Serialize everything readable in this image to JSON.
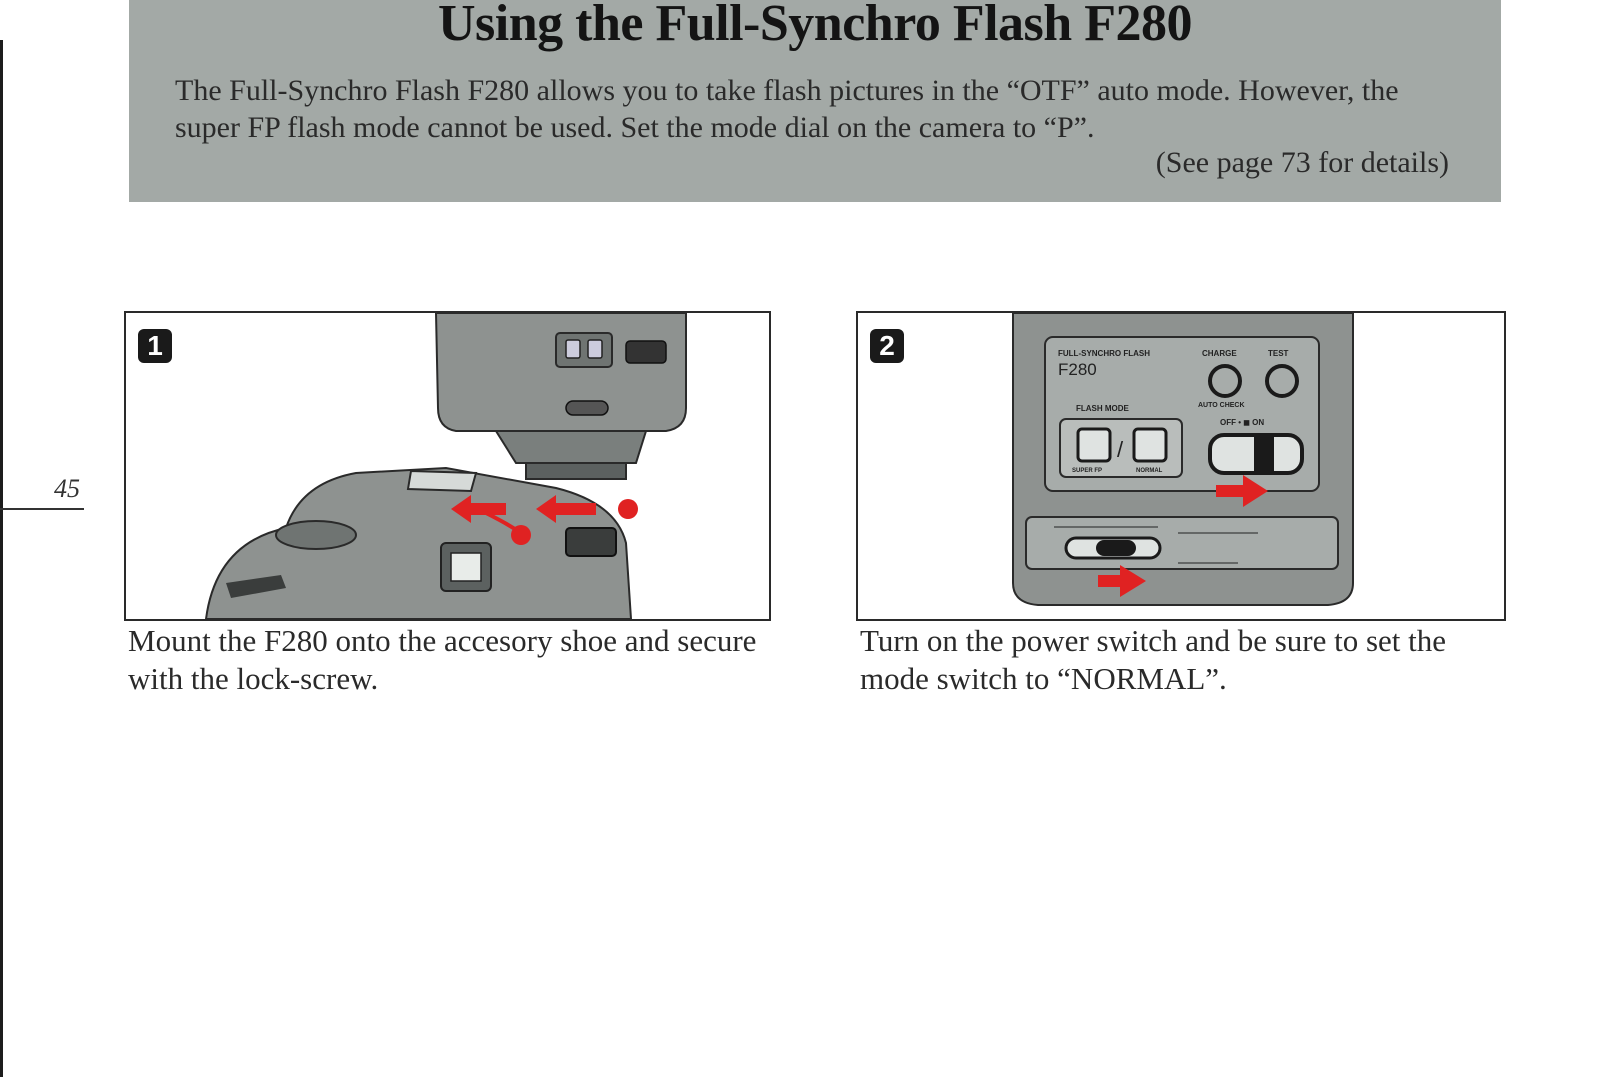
{
  "header": {
    "title": "Using the Full-Synchro Flash F280",
    "intro": "The Full-Synchro Flash F280 allows you to take flash pictures in the “OTF” auto mode. However, the super FP flash mode cannot be used. Set the mode dial on the camera to “P”.",
    "page_ref": "(See page 73 for details)"
  },
  "page_number": "45",
  "steps": [
    {
      "number": "1",
      "caption": "Mount the F280 onto the accesory shoe and secure with the lock-screw."
    },
    {
      "number": "2",
      "caption": "Turn on the power switch and be sure to set the mode switch to “NORMAL”.",
      "flash_panel": {
        "brand": "FULL-SYNCHRO FLASH",
        "model": "F280",
        "charge_label": "CHARGE",
        "test_label": "TEST",
        "flash_mode_label": "FLASH MODE",
        "auto_check_label": "AUTO CHECK",
        "off_on_label": "OFF • ◼ ON",
        "super_fp_label": "SUPER FP",
        "normal_label": "NORMAL"
      }
    }
  ],
  "colors": {
    "banner": "#a3a9a6",
    "arrow": "#e02222",
    "device": "#8e9290"
  }
}
